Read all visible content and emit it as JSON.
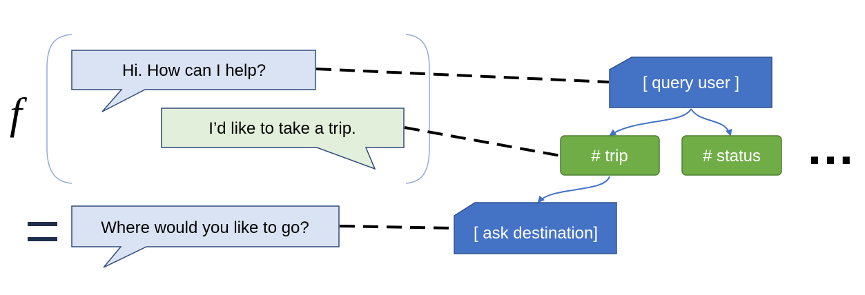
{
  "function_symbol": "f",
  "equals_symbol": "=",
  "ellipsis": "…",
  "dialogue": {
    "system_greeting": "Hi. How can I help?",
    "user_request": "I’d like to take a trip.",
    "system_response": "Where would you like to go?"
  },
  "tree": {
    "root": "[ query user ]",
    "branch_trip": "# trip",
    "branch_status": "# status",
    "leaf": "[ ask destination]"
  },
  "colors": {
    "system_bubble_fill": "#dae3f3",
    "system_bubble_stroke": "#2f4a7a",
    "user_bubble_fill": "#e2efda",
    "user_bubble_stroke": "#2f4a7a",
    "action_node_fill": "#4472c4",
    "action_node_stroke": "#2f528f",
    "intent_node_fill": "#70ad47",
    "intent_node_stroke": "#507e32",
    "arrow": "#4472c4",
    "bracket": "#8faadc"
  }
}
